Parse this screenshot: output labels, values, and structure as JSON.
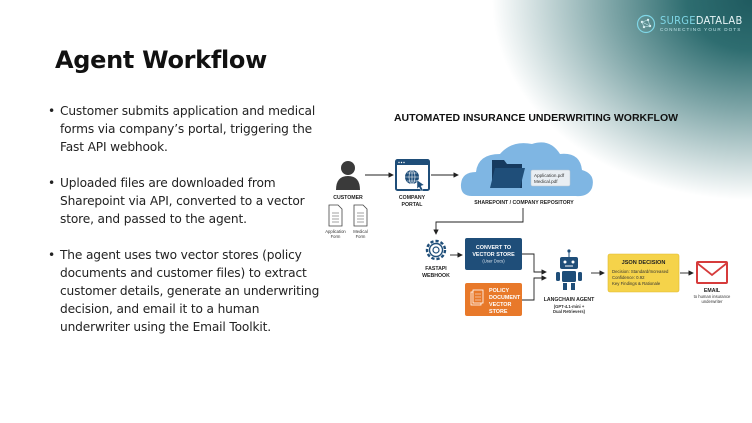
{
  "branding": {
    "logo_name_part1": "SURGE",
    "logo_name_part2": "DATALAB",
    "logo_tagline": "CONNECTING YOUR DOTS"
  },
  "slide": {
    "title": "Agent Workflow",
    "bullets": [
      "Customer submits application and medical forms via company’s portal, triggering the Fast API webhook.",
      "Uploaded files are downloaded from Sharepoint via API, converted to a vector store, and passed to the agent.",
      "The agent uses two vector stores (policy documents and customer files) to extract customer details, generate an underwriting decision, and email it to a human underwriter using the Email Toolkit."
    ]
  },
  "diagram": {
    "title": "AUTOMATED INSURANCE UNDERWRITING WORKFLOW",
    "customer": {
      "label": "CUSTOMER",
      "form1_line1": "Application",
      "form1_line2": "Form",
      "form2_line1": "Medical",
      "form2_line2": "Form"
    },
    "portal": {
      "line1": "COMPANY",
      "line2": "PORTAL"
    },
    "repository": {
      "label": "SHAREPOINT / COMPANY REPOSITORY",
      "file1": "Application.pdf",
      "file2": "Medical.pdf"
    },
    "webhook": {
      "line1": "FASTAPI",
      "line2": "WEBHOOK"
    },
    "convert": {
      "line1": "CONVERT TO",
      "line2": "VECTOR STORE",
      "sub": "(User Docs)"
    },
    "policy": {
      "line1": "POLICY",
      "line2": "DOCUMENT",
      "line3": "VECTOR",
      "line4": "STORE"
    },
    "agent": {
      "line1": "LANGCHAIN AGENT",
      "line2": "(GPT-4.1-mini +",
      "line3": "Dual Retrievers)"
    },
    "json": {
      "title": "JSON DECISION",
      "line1": "Decision: Standard/Increased",
      "line2": "Confidence: 0.92",
      "line3": "Key Findings & Rationale"
    },
    "email": {
      "label": "EMAIL",
      "line1": "to human insurance",
      "line2": "underwriter"
    },
    "colors": {
      "navy": "#1f4e79",
      "cloud": "#7fb6e3",
      "orange": "#e8792a",
      "yellow": "#f5d34a",
      "red": "#d63b3b"
    }
  }
}
